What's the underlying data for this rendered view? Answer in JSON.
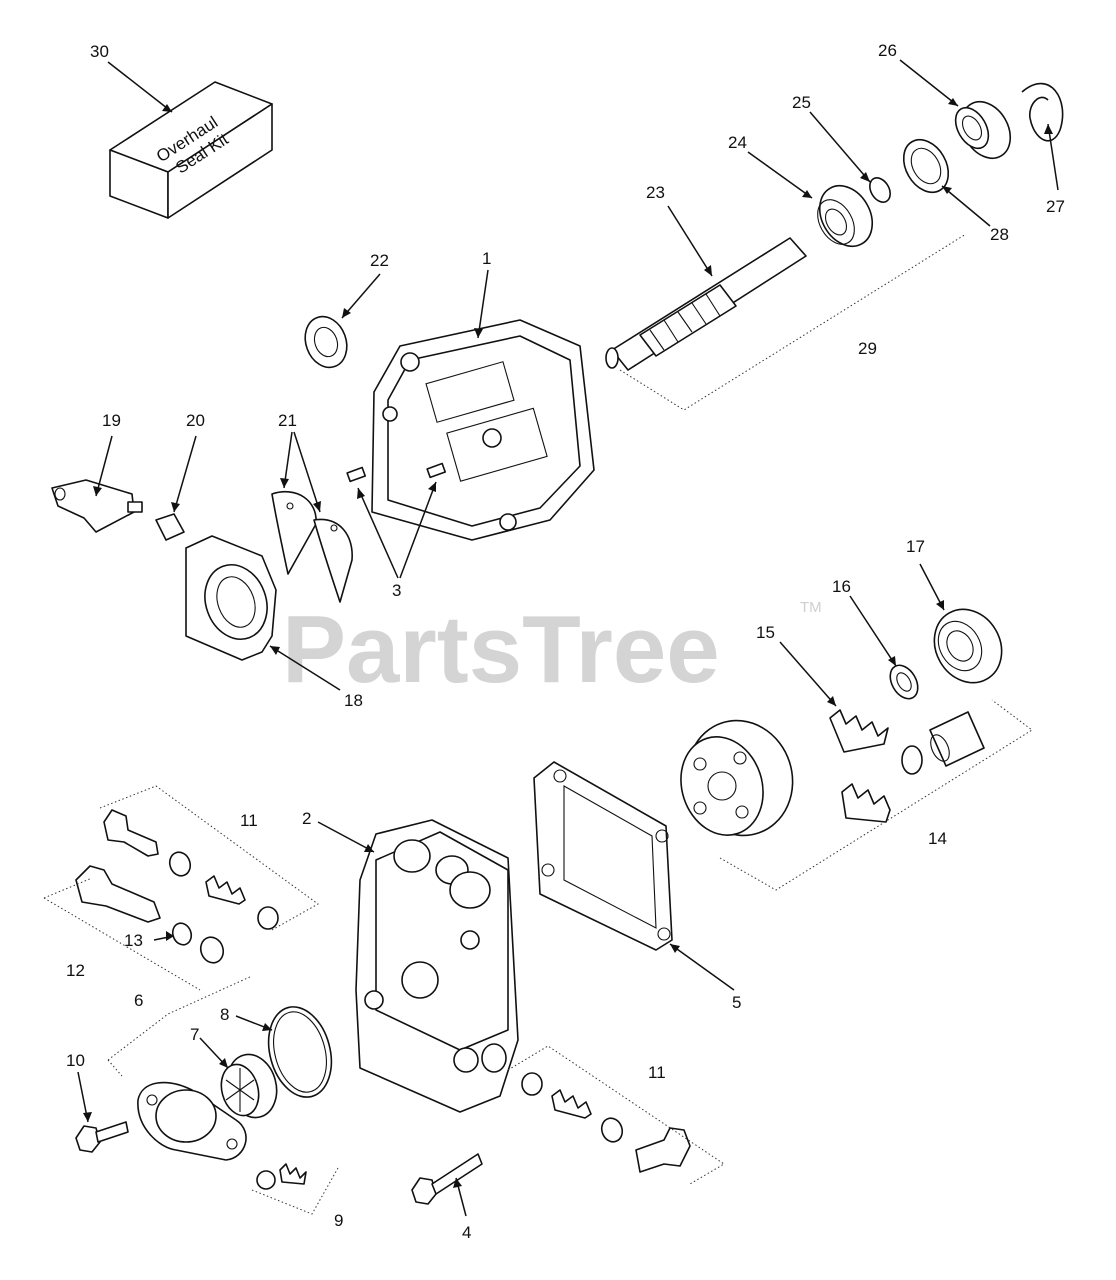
{
  "watermark": {
    "text": "PartsTree",
    "trademark": "TM"
  },
  "kit_label": {
    "line1": "Overhaul",
    "line2": "Seal Kit"
  },
  "callouts": [
    {
      "id": "c30",
      "label": "30"
    },
    {
      "id": "c26",
      "label": "26"
    },
    {
      "id": "c25",
      "label": "25"
    },
    {
      "id": "c24",
      "label": "24"
    },
    {
      "id": "c23",
      "label": "23"
    },
    {
      "id": "c27",
      "label": "27"
    },
    {
      "id": "c28",
      "label": "28"
    },
    {
      "id": "c22",
      "label": "22"
    },
    {
      "id": "c1",
      "label": "1"
    },
    {
      "id": "c29",
      "label": "29"
    },
    {
      "id": "c19",
      "label": "19"
    },
    {
      "id": "c20",
      "label": "20"
    },
    {
      "id": "c21",
      "label": "21"
    },
    {
      "id": "c3",
      "label": "3"
    },
    {
      "id": "c18",
      "label": "18"
    },
    {
      "id": "c17",
      "label": "17"
    },
    {
      "id": "c16",
      "label": "16"
    },
    {
      "id": "c15",
      "label": "15"
    },
    {
      "id": "c14",
      "label": "14"
    },
    {
      "id": "c11a",
      "label": "11"
    },
    {
      "id": "c2",
      "label": "2"
    },
    {
      "id": "c13",
      "label": "13"
    },
    {
      "id": "c12",
      "label": "12"
    },
    {
      "id": "c5",
      "label": "5"
    },
    {
      "id": "c6",
      "label": "6"
    },
    {
      "id": "c8",
      "label": "8"
    },
    {
      "id": "c7",
      "label": "7"
    },
    {
      "id": "c10",
      "label": "10"
    },
    {
      "id": "c11b",
      "label": "11"
    },
    {
      "id": "c9",
      "label": "9"
    },
    {
      "id": "c4",
      "label": "4"
    }
  ]
}
